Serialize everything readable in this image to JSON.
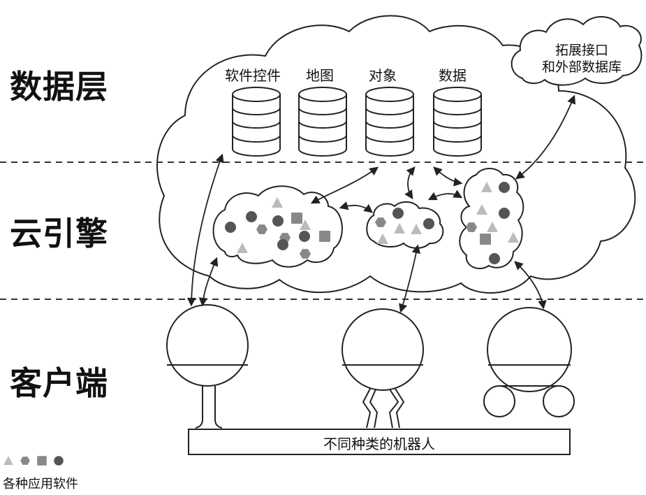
{
  "layers": {
    "data": "数据层",
    "engine": "云引擎",
    "client": "客户端"
  },
  "databases": [
    "软件控件",
    "地图",
    "对象",
    "数据"
  ],
  "external": {
    "line1": "拓展接口",
    "line2": "和外部数据库"
  },
  "robots_bar": "不同种类的机器人",
  "legend": {
    "label": "各种应用软件",
    "icons": [
      "triangle-icon",
      "hexagon-icon",
      "square-icon",
      "circle-icon"
    ]
  },
  "colors": {
    "line": "#222222",
    "dark_dot": "#555555",
    "mid_shape": "#888888",
    "light_shape": "#bbbbbb"
  }
}
